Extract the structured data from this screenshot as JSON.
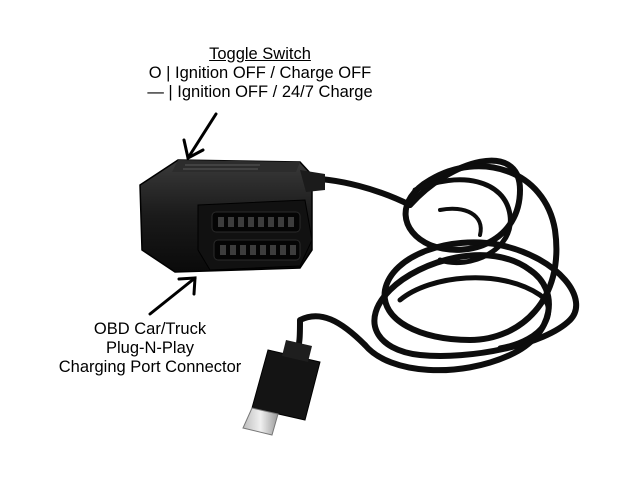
{
  "toggle_note": {
    "title": "Toggle Switch",
    "line1": "O | Ignition OFF / Charge OFF",
    "line2": "— | Ignition OFF / 24/7 Charge"
  },
  "connector_note": {
    "line1": "OBD Car/Truck",
    "line2": "Plug-N-Play",
    "line3": "Charging Port Connector"
  },
  "colors": {
    "background": "#ffffff",
    "cable": "#0d0d0d",
    "connector_body": "#141414",
    "text": "#000000"
  }
}
